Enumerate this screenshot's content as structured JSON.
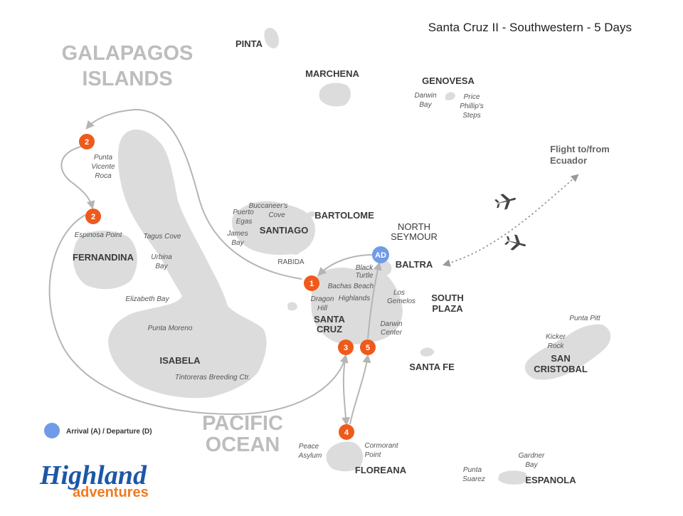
{
  "title": "Santa Cruz II - Southwestern - 5 Days",
  "region_title": [
    "GALAPAGOS",
    "ISLANDS"
  ],
  "ocean_label": [
    "PACIFIC",
    "OCEAN"
  ],
  "flight_label": [
    "Flight to/from",
    "Ecuador"
  ],
  "islands": {
    "pinta": "PINTA",
    "marchena": "MARCHENA",
    "genovesa": "GENOVESA",
    "bartolome": "BARTOLOME",
    "santiago": "SANTIAGO",
    "rabida": "RABIDA",
    "north_seymour": [
      "NORTH",
      "SEYMOUR"
    ],
    "baltra": "BALTRA",
    "fernandina": "FERNANDINA",
    "isabela": "ISABELA",
    "santa_cruz": [
      "SANTA",
      "CRUZ"
    ],
    "south_plaza": [
      "SOUTH",
      "PLAZA"
    ],
    "santa_fe": "SANTA FE",
    "san_cristobal": [
      "SAN",
      "CRISTOBAL"
    ],
    "floreana": "FLOREANA",
    "espanola": "ESPANOLA"
  },
  "sites": {
    "darwin_bay": [
      "Darwin",
      "Bay"
    ],
    "price_phillips_steps": [
      "Price",
      "Phillip's",
      "Steps"
    ],
    "punta_vicente_roca": [
      "Punta",
      "Vicente",
      "Roca"
    ],
    "buccaneers_cove": [
      "Buccaneer's",
      "Cove"
    ],
    "puerto_egas": [
      "Puerto",
      "Egas"
    ],
    "james_bay": [
      "James",
      "Bay"
    ],
    "espinosa_point": "Espinosa Point",
    "tagus_cove": "Tagus Cove",
    "urbina_bay": [
      "Urbina",
      "Bay"
    ],
    "elizabeth_bay": "Elizabeth Bay",
    "punta_moreno": "Punta Moreno",
    "tintoreras": "Tintoreras Breeding Ctr.",
    "black_turtle": [
      "Black",
      "Turtle"
    ],
    "bachas_beach": "Bachas Beach",
    "highlands": "Highlands",
    "dragon_hill": [
      "Dragon",
      "Hill"
    ],
    "los_gemelos": [
      "Los",
      "Gemelos"
    ],
    "darwin_center": [
      "Darwin",
      "Center"
    ],
    "punta_pitt": "Punta Pitt",
    "kicker_rock": [
      "Kicker",
      "Rock"
    ],
    "peace_asylum": [
      "Peace",
      "Asylum"
    ],
    "cormorant_point": [
      "Cormorant",
      "Point"
    ],
    "gardner_bay": [
      "Gardner",
      "Bay"
    ],
    "punta_suarez": [
      "Punta",
      "Suarez"
    ]
  },
  "markers": {
    "ad": "AD",
    "day1": "1",
    "day2a": "2",
    "day2b": "2",
    "day3": "3",
    "day4": "4",
    "day5": "5"
  },
  "legend": {
    "label": "Arrival (A) / Departure (D)",
    "color": "#6f9be8"
  },
  "logo": {
    "line1": "Highland",
    "line2": "adventures",
    "color1": "#1d57a6",
    "color2": "#f07a1f"
  },
  "colors": {
    "island": "#dcdcdc",
    "route": "#b5b5b5",
    "marker": "#ee5a1c",
    "arrival": "#6f9be8"
  },
  "icons": [
    "airplane-icon",
    "airplane-icon"
  ]
}
